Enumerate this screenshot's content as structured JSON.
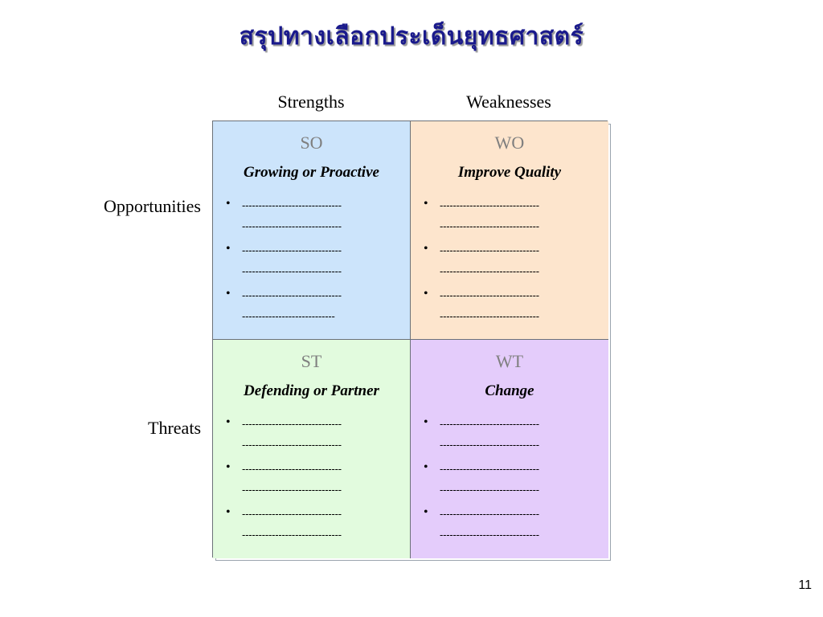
{
  "title": "สรุปทางเลือกประเด็นยุทธศาสตร์",
  "columns": {
    "strengths": "Strengths",
    "weaknesses": "Weaknesses"
  },
  "rows": {
    "opportunities": "Opportunities",
    "threats": "Threats"
  },
  "quadrants": {
    "so": {
      "code": "SO",
      "strategy": "Growing or Proactive",
      "color": "#cce4fb",
      "bullets": [
        [
          "------------------------------",
          "------------------------------"
        ],
        [
          "------------------------------",
          "------------------------------"
        ],
        [
          "------------------------------",
          "----------------------------"
        ]
      ]
    },
    "wo": {
      "code": "WO",
      "strategy": "Improve Quality",
      "color": "#fde5cd",
      "bullets": [
        [
          "------------------------------",
          "------------------------------"
        ],
        [
          "------------------------------",
          "------------------------------"
        ],
        [
          "------------------------------",
          "------------------------------"
        ]
      ]
    },
    "st": {
      "code": "ST",
      "strategy": "Defending or Partner",
      "color": "#e2fbde",
      "bullets": [
        [
          "------------------------------",
          "------------------------------"
        ],
        [
          "------------------------------",
          "------------------------------"
        ],
        [
          "------------------------------",
          "------------------------------"
        ]
      ]
    },
    "wt": {
      "code": "WT",
      "strategy": "Change",
      "color": "#e4ccfb",
      "bullets": [
        [
          "------------------------------",
          "------------------------------"
        ],
        [
          "------------------------------",
          "------------------------------"
        ],
        [
          "------------------------------",
          "------------------------------"
        ]
      ]
    }
  },
  "bullet_glyph": "•",
  "page_number": "11"
}
